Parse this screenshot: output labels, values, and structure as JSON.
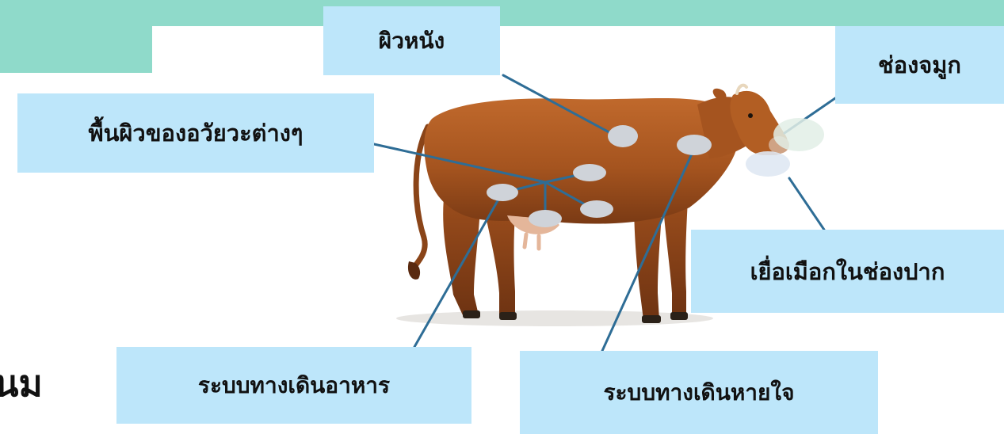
{
  "labels": {
    "skin": "ผิวหนัง",
    "nose": "ช่องจมูก",
    "organs": "พื้นผิวของอวัยวะต่างๆ",
    "mouth": "เยื่อเมือกในช่องปาก",
    "digestive": "ระบบทางเดินอาหาร",
    "respiratory": "ระบบทางเดินหายใจ"
  },
  "partial_heading": "นม",
  "colors": {
    "header_band": "#8fdaca",
    "label_fill": "#bde6fa",
    "leader_line": "#2e6d96",
    "marker_fill": "#cfd3d9",
    "cow_body": "#a5541f"
  },
  "illustration": "cow-illustration"
}
